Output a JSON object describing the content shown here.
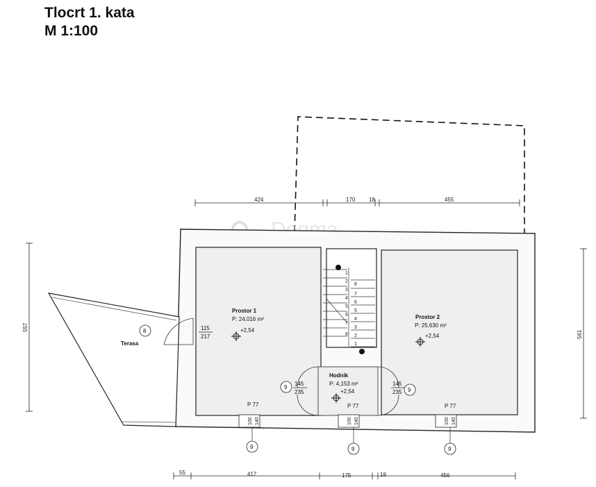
{
  "header": {
    "title_line1": "Tlocrt 1. kata",
    "title_line2": "M 1:100"
  },
  "colors": {
    "room_fill": "#efefef",
    "wall": "#222222",
    "watermark": "#d6d6d6"
  },
  "watermark": {
    "text": "Dogma"
  },
  "rooms": {
    "prostor1": {
      "name": "Prostor 1",
      "area": "P: 24,016 m²",
      "level": "+2,54"
    },
    "prostor2": {
      "name": "Prostor 2",
      "area": "P: 25,630 m²",
      "level": "+2,54"
    },
    "hodnik": {
      "name": "Hodnik",
      "area": "P: 4,153 m²",
      "level": "+2,54"
    },
    "terasa": {
      "name": "Terasa"
    }
  },
  "dimensions": {
    "top": [
      "424",
      "170",
      "18",
      "455"
    ],
    "bottom": [
      "55",
      "417",
      "175",
      "18",
      "456"
    ],
    "left": "557",
    "right": "561"
  },
  "doors": {
    "d1_width": "115",
    "d1_height": "217",
    "d2_width": "145",
    "d2_height": "235",
    "d3_width": "145",
    "d3_height": "235"
  },
  "windows": {
    "label": "P 77",
    "w_width": "100",
    "w_height": "140"
  },
  "tags": {
    "door": "8",
    "window": "9"
  },
  "stairs": {
    "left": [
      "1",
      "2",
      "3",
      "4",
      "5",
      "6",
      "7",
      "8"
    ],
    "right": [
      "1",
      "2",
      "3",
      "4",
      "5",
      "6",
      "7",
      "8"
    ]
  }
}
